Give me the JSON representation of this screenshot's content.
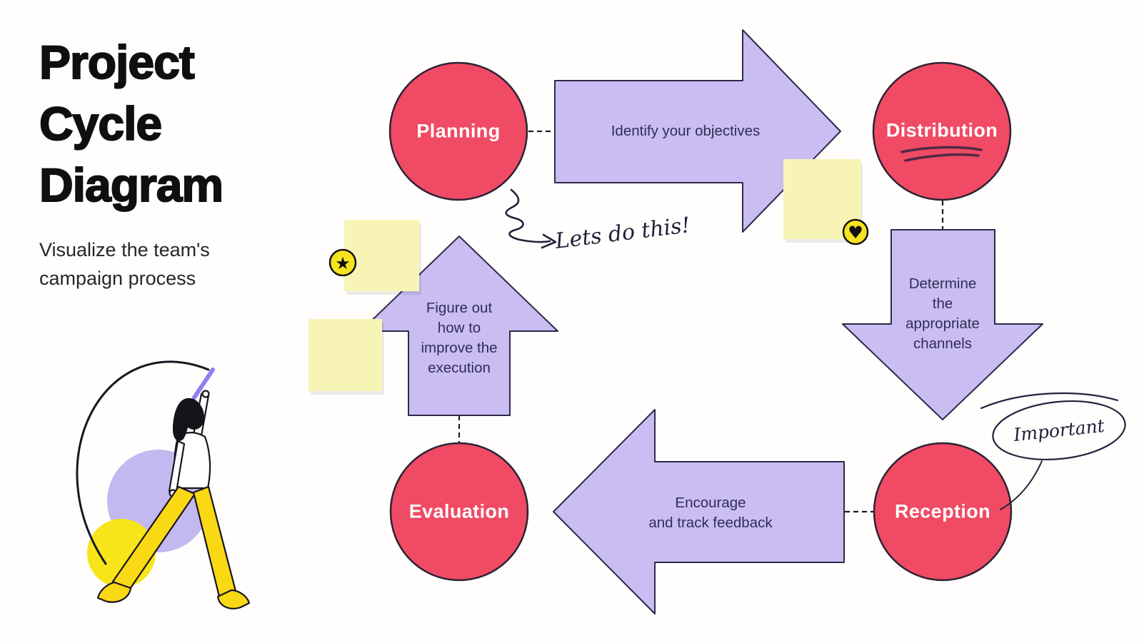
{
  "header": {
    "title": [
      "Project",
      "Cycle",
      "Diagram"
    ],
    "subtitle": [
      "Visualize the team's",
      "campaign process"
    ]
  },
  "diagram": {
    "nodes": [
      {
        "id": "planning",
        "label": "Planning"
      },
      {
        "id": "distribution",
        "label": "Distribution"
      },
      {
        "id": "reception",
        "label": "Reception"
      },
      {
        "id": "evaluation",
        "label": "Evaluation"
      }
    ],
    "arrows": [
      {
        "id": "identify",
        "direction": "right",
        "from": "Planning",
        "to": "Distribution",
        "lines": [
          "Identify your objectives"
        ]
      },
      {
        "id": "determine",
        "direction": "down",
        "from": "Distribution",
        "to": "Reception",
        "lines": [
          "Determine",
          "the",
          "appropriate",
          "channels"
        ]
      },
      {
        "id": "encourage",
        "direction": "left",
        "from": "Reception",
        "to": "Evaluation",
        "lines": [
          "Encourage",
          "and track feedback"
        ]
      },
      {
        "id": "figure",
        "direction": "up",
        "from": "Evaluation",
        "to": "Planning",
        "lines": [
          "Figure out",
          "how to",
          "improve the",
          "execution"
        ]
      }
    ],
    "annotations": {
      "lets_do_this": "Lets do this!",
      "important": "Important"
    },
    "badges": [
      {
        "id": "star-badge",
        "icon": "star-icon",
        "glyph": "★"
      },
      {
        "id": "heart-badge",
        "icon": "heart-icon",
        "glyph": "♥"
      }
    ],
    "sticky_note_count": 3
  },
  "colors": {
    "background": "#fffefd",
    "node_fill": "#f04a64",
    "arrow_fill": "#c9bdf2",
    "arrow_text": "#312d55",
    "sticky_fill": "#f8f4b6",
    "badge_fill": "#f6e320",
    "ink": "#23213b",
    "underline_scribble": "#4f2a45",
    "illustration_purple": "#c4b8f0",
    "illustration_yellow": "#f7e519",
    "pants_yellow": "#f9d814"
  }
}
